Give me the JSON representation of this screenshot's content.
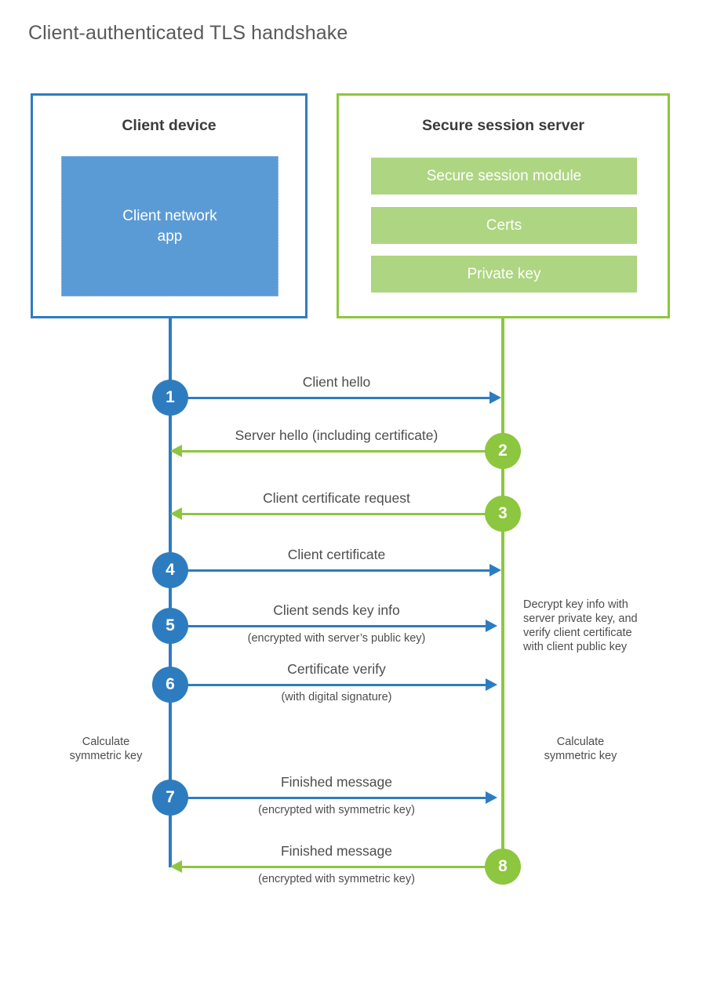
{
  "title": "Client-authenticated TLS handshake",
  "colors": {
    "client_blue": "#2e7cc0",
    "client_app_blue": "#5b9bd5",
    "server_green": "#8dc63f",
    "server_module_green": "#aed581",
    "text_gray": "#4d4d4d",
    "title_gray": "#58595b"
  },
  "actors": {
    "client": {
      "title": "Client device",
      "block_label": "Client network\napp"
    },
    "server": {
      "title": "Secure session server",
      "modules": [
        {
          "label": "Secure session module"
        },
        {
          "label": "Certs"
        },
        {
          "label": "Private key"
        }
      ]
    }
  },
  "messages": [
    {
      "step": "1",
      "label": "Client hello",
      "sublabel": "",
      "direction": "client-to-server",
      "color": "blue"
    },
    {
      "step": "2",
      "label": "Server hello (including certificate)",
      "sublabel": "",
      "direction": "server-to-client",
      "color": "green"
    },
    {
      "step": "3",
      "label": "Client certificate request",
      "sublabel": "",
      "direction": "server-to-client",
      "color": "green"
    },
    {
      "step": "4",
      "label": "Client certificate",
      "sublabel": "",
      "direction": "client-to-server",
      "color": "blue"
    },
    {
      "step": "5",
      "label": "Client sends key info",
      "sublabel": "(encrypted with server’s public key)",
      "direction": "client-to-server",
      "color": "blue"
    },
    {
      "step": "6",
      "label": "Certificate verify",
      "sublabel": "(with digital signature)",
      "direction": "client-to-server",
      "color": "blue"
    },
    {
      "step": "7",
      "label": "Finished message",
      "sublabel": "(encrypted with symmetric key)",
      "direction": "client-to-server",
      "color": "blue"
    },
    {
      "step": "8",
      "label": "Finished message",
      "sublabel": "(encrypted with symmetric key)",
      "direction": "server-to-client",
      "color": "green"
    }
  ],
  "annotations": {
    "decrypt_note": "Decrypt key info with\nserver private key, and\nverify client certificate\nwith client public key",
    "calculate_symmetric_key_client": "Calculate\nsymmetric key",
    "calculate_symmetric_key_server": "Calculate\nsymmetric key"
  }
}
